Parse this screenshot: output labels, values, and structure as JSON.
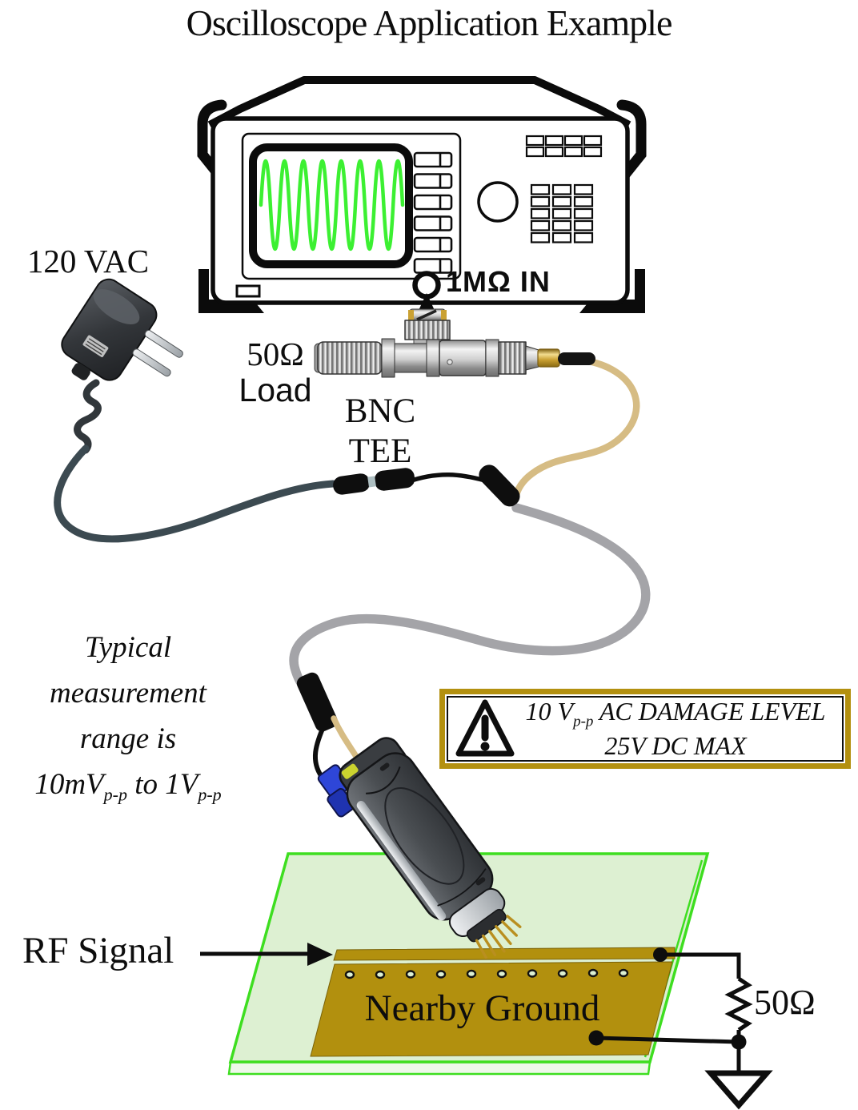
{
  "title": "Oscilloscope Application Example",
  "oscilloscope": {
    "input_label": "1MΩ IN"
  },
  "power": {
    "label": "120 VAC"
  },
  "load": {
    "line1": "50Ω",
    "line2": "Load"
  },
  "tee": {
    "line1": "BNC",
    "line2": "TEE"
  },
  "note": {
    "line1": "Typical",
    "line2": "measurement",
    "line3": "range is",
    "range_start": "10mV",
    "sub1": "p-p",
    "range_mid": " to 1V",
    "sub2": "p-p"
  },
  "warning": {
    "prefix": "10 V",
    "sub": "p-p",
    "suffix": " AC DAMAGE LEVEL",
    "line2": "25V DC MAX"
  },
  "pcb": {
    "rf_label": "RF Signal",
    "ground_label": "Nearby Ground",
    "resistor_label": "50Ω"
  },
  "colors": {
    "wave_green": "#3cf032",
    "pcb_fill": "#ddf0d2",
    "pcb_edge": "#3ede20",
    "copper": "#b2900e",
    "warning_border": "#b3900f",
    "cable_gray": "#a4a4a8",
    "cable_tan": "#d6bc84",
    "cable_dark": "#3c4a51"
  }
}
